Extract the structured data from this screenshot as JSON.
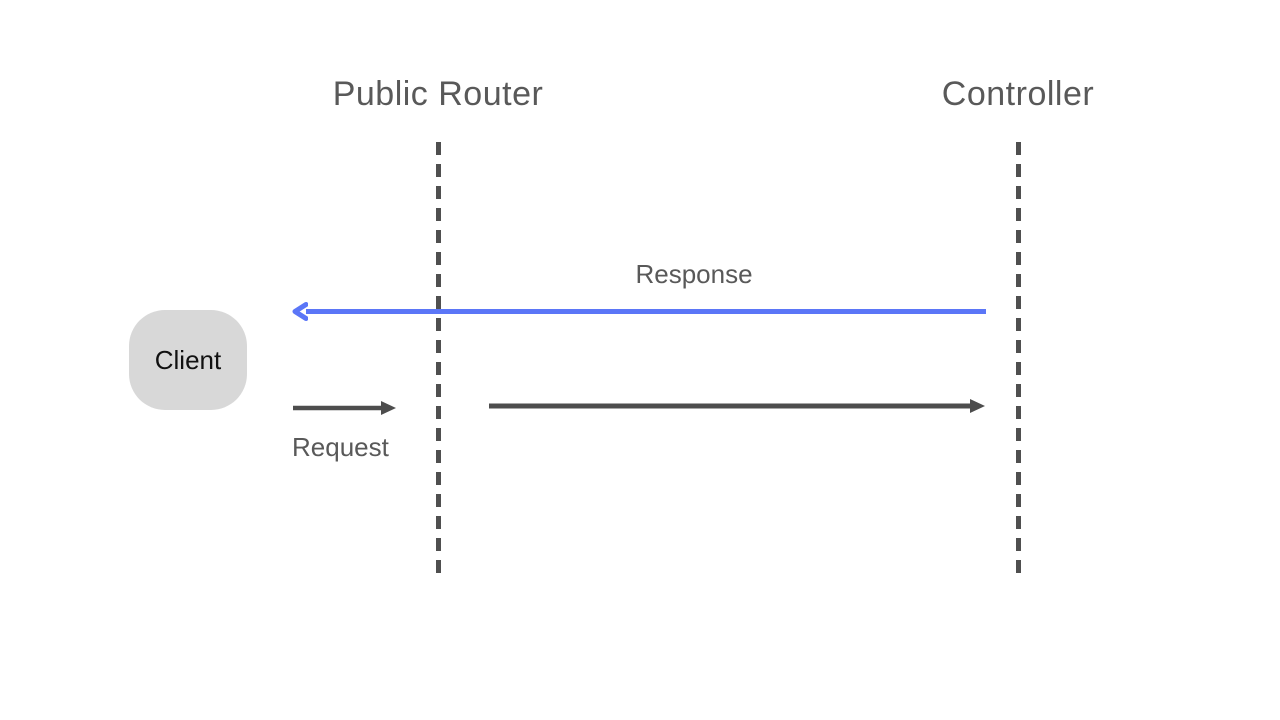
{
  "diagram": {
    "background_color": "#ffffff",
    "title_color": "#595959",
    "lifeline_color": "#4f4f4f",
    "arrow_dark_color": "#4d4d4d",
    "arrow_blue_color": "#5b76f7",
    "lifelines": [
      {
        "label": "Public Router"
      },
      {
        "label": "Controller"
      }
    ],
    "actor": {
      "label": "Client",
      "fill": "#d8d8d8",
      "text_color": "#111111"
    },
    "messages": [
      {
        "label": "Response",
        "from": "Controller",
        "to": "Client",
        "direction": "right-to-left",
        "color": "#5b76f7"
      },
      {
        "label": "Request",
        "from": "Client",
        "to": "Controller",
        "direction": "left-to-right",
        "color": "#4d4d4d"
      }
    ]
  }
}
